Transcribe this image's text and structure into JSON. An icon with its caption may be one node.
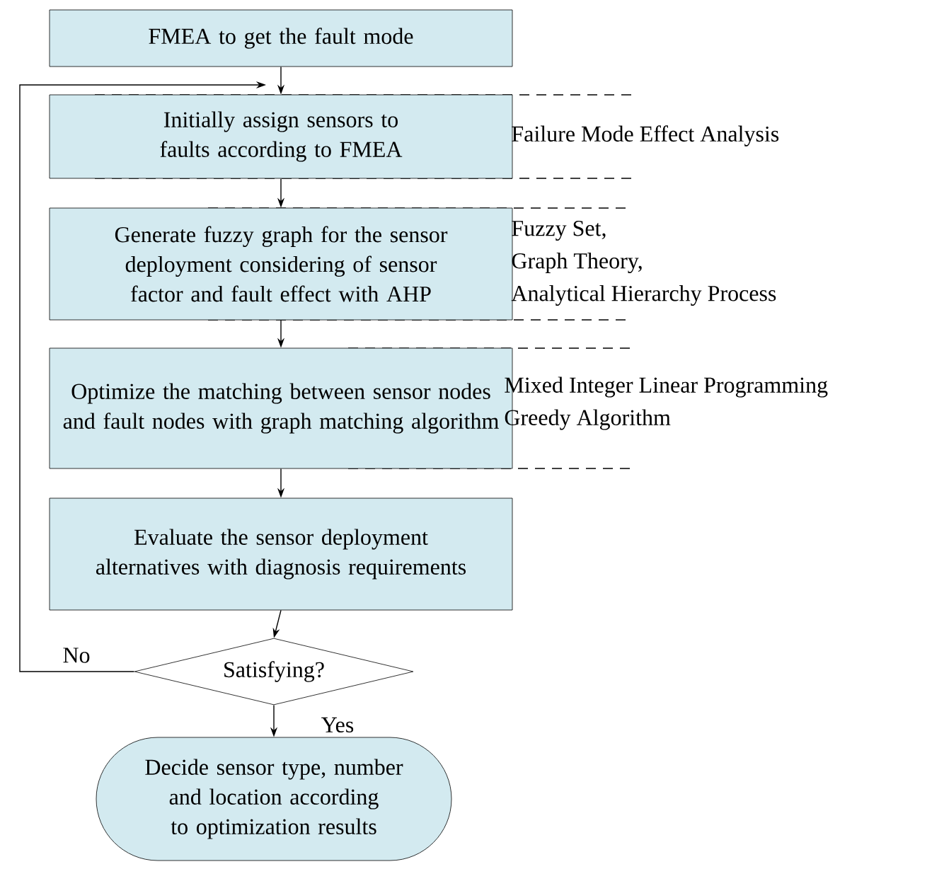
{
  "diagram": {
    "nodes": [
      {
        "text": [
          "FMEA to get the fault mode"
        ]
      },
      {
        "text": [
          "Initially assign sensors to faults according to FMEA"
        ],
        "beside": [
          "Failure Mode Effect Analysis"
        ]
      },
      {
        "text": [
          "Generate fuzzy graph for the sensor deployment considering of sensor factor and fault effect with AHP"
        ],
        "beside": [
          "Fuzzy Set,",
          "Graph Theory,",
          "Analytical Hierarchy Process"
        ]
      },
      {
        "text": [
          "Optimize the matching between sensor nodes and fault nodes with graph matching algorithm"
        ],
        "beside": [
          "Mixed Integer Linear Programming",
          "Greedy Algorithm"
        ]
      },
      {
        "text": [
          "Evaluate the sensor deployment alternatives with diagnosis requirements"
        ]
      },
      {
        "text": [
          "Satisfying?"
        ]
      },
      {
        "text": [
          "Decide sensor type, number and location according to optimization results"
        ]
      }
    ],
    "edges": [
      {
        "from": 0,
        "to": 1,
        "arrow": "to"
      },
      {
        "from": 1,
        "to": 2,
        "arrow": "to"
      },
      {
        "from": 2,
        "to": 3,
        "arrow": "to"
      },
      {
        "from": 3,
        "to": 4,
        "arrow": "to"
      },
      {
        "from": 4,
        "to": 5,
        "arrow": "to"
      },
      {
        "from": 5,
        "to": 6,
        "arrow": "to",
        "label": "Yes"
      },
      {
        "from": 5,
        "to": 1,
        "arrow": "to",
        "label": "No"
      }
    ]
  }
}
